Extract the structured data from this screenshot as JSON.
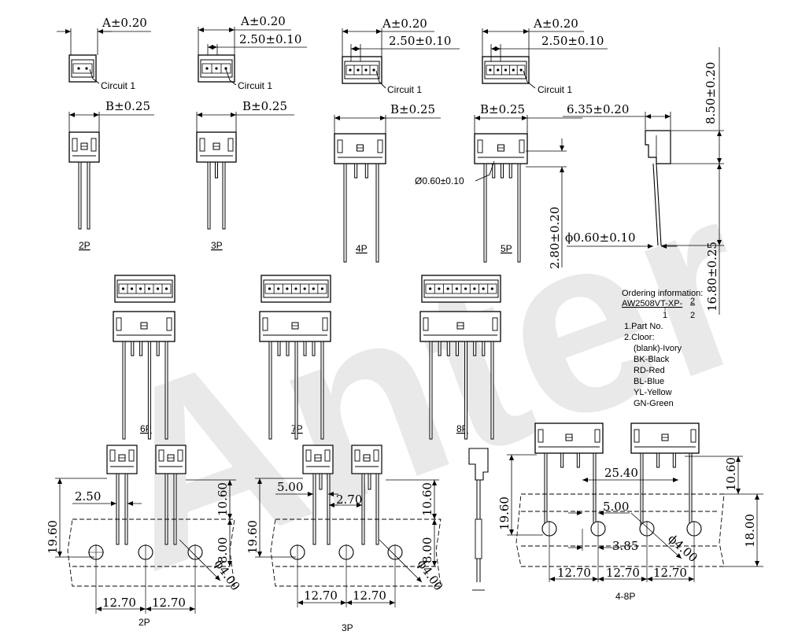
{
  "watermark": "Anter",
  "top_row": {
    "a_dim": "A±0.20",
    "pitch_dim": "2.50±0.10",
    "circuit_label": "Circuit 1",
    "b_dim": "B±0.25"
  },
  "side_view": {
    "width_dim": "6.35±0.20",
    "height_top": "8.50±0.20",
    "height_bottom": "16.80±0.25",
    "pin_len": "2.80±0.20",
    "pin_dia": "ϕ0.60±0.10",
    "pin_dia_callout": "Ø0.60±0.10"
  },
  "sizes": [
    "2P",
    "3P",
    "4P",
    "5P",
    "6P",
    "7P",
    "8P"
  ],
  "ordering": {
    "heading": "Ordering information:",
    "code": "AW2508VT-XP-",
    "suffix_1": "1",
    "suffix_2": "2",
    "items": [
      "1.Part No.",
      "2.Cloor:",
      "(blank)-Ivory",
      "BK-Black",
      "RD-Red",
      "BL-Blue",
      "YL-Yellow",
      "GN-Green"
    ]
  },
  "tape": {
    "d_1960": "19.60",
    "d_1060": "10.60",
    "d_800": "8.00",
    "d_1800": "18.00",
    "d_250": "2.50",
    "d_500": "5.00",
    "d_270": "2.70",
    "d_1270": "12.70",
    "d_2540": "25.40",
    "d_385": "3.85",
    "d_hole": "ϕ4.00",
    "label_2p": "2P",
    "label_3p": "3P",
    "label_48p": "4-8P"
  }
}
